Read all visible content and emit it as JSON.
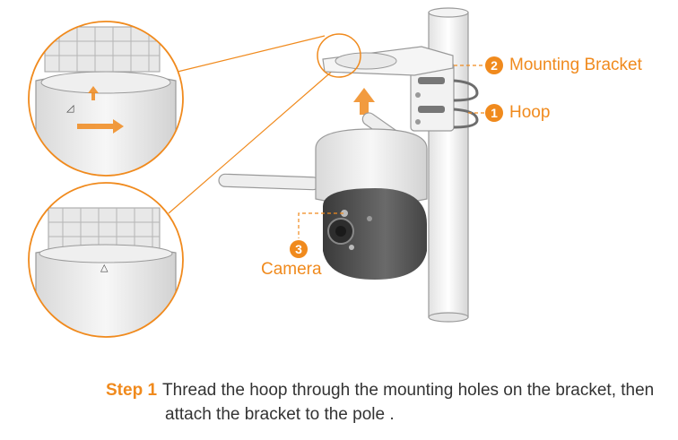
{
  "labels": {
    "mounting_bracket": {
      "number": "2",
      "text": "Mounting Bracket"
    },
    "hoop": {
      "number": "1",
      "text": "Hoop"
    },
    "camera": {
      "number": "3",
      "text": "Camera"
    }
  },
  "step": {
    "label": "Step 1",
    "line1": "Thread the hoop through the mounting holes on the bracket, then",
    "line2": "attach the bracket to the pole ."
  },
  "colors": {
    "accent": "#f08a1d",
    "text": "#333333",
    "line": "#9a9a9a",
    "camera_dark": "#4a4a4a"
  }
}
